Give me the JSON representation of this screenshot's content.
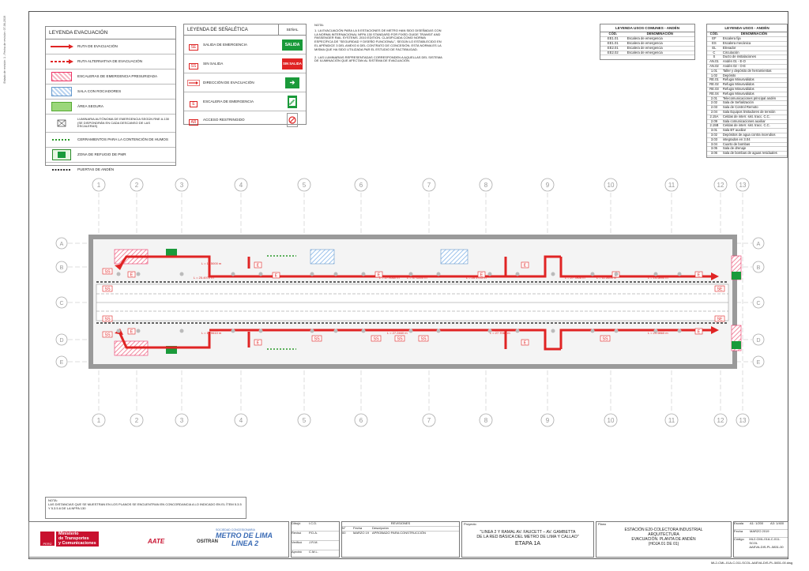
{
  "side_texts": [
    "Estado de revisión: 1 - Fecha de revisión: 07-06-2019",
    "ML2-CML-01A-C-011-SCOL-AAEVA-DIS-PL-5831-00.dwg"
  ],
  "legend_evac": {
    "title": "LEYENDA EVACUACIÓN",
    "items": [
      {
        "label": "RUTA DE EVACUACIÓN"
      },
      {
        "label": "RUTA ALTERNATIVA DE EVACUACIÓN"
      },
      {
        "label": "ESCALERAS DE EMERGENCIA PRESURIZADA"
      },
      {
        "label": "SALA CON ROCIADORES"
      },
      {
        "label": "ÁREA SEGURA"
      },
      {
        "label": "LUMINARIA AUTÓNOMA DE EMERGENCIA SEGÚN RNE A.130 (SE DISPONDRÁN EN CADA DESCANSO DE LAS ESCALERAS)"
      },
      {
        "label": "CERRAMIENTOS PARA LA CONTENCIÓN DE HUMOS"
      },
      {
        "label": "ZONA DE REFUGIO DE PMR"
      },
      {
        "label": "PUERTAS DE ANDÉN"
      }
    ]
  },
  "legend_sign": {
    "title": "LEYENDA DE SEÑALÉTICA",
    "col": "SEÑAL",
    "items": [
      {
        "code": "SE",
        "label": "SALIDA DE EMERGENCIA",
        "sign": "SALIDA",
        "color": "#1a9a3a"
      },
      {
        "code": "SS",
        "label": "SIN SALIDA",
        "sign": "SIN SALIDA",
        "color": "#e02424"
      },
      {
        "code": "→",
        "label": "DIRECCIÓN DE EVACUACIÓN",
        "sign": "➔",
        "color": "#1a9a3a"
      },
      {
        "code": "E",
        "label": "ESCALERA DE EMERGENCIA",
        "sign": "",
        "color": "#1a9a3a"
      },
      {
        "code": "AR",
        "label": "ACCESO RESTRINGIDO",
        "sign": "",
        "color": "#ffffff"
      }
    ]
  },
  "notes": {
    "title": "NOTA:",
    "n1": "1.   LA EVACUACIÓN PARA LA 5 ESTACIONES DE METRO HAN SIDO DISEÑADAS CON LA NORMA INTERNACIONAL NFPA 130 STANDARD FOR FIXED GUIDE TRANSIT AND PASSENGER RAIL SYSTEMS. 2010 EDITION. CLASIFICADA COMO NORMA ESPECÍFICA DE \"SEGURIDAD Y DISEÑO FUNCIONAL\", SEGÚN LO ESTABLECIDO EN EL APÉNDICE 3 DEL ANEXO 6 DEL CONTRATO DE CONCESIÓN. ESTA NORMA ES LA MISMA QUE HA SIDO UTILIZADA PAR EL ESTUDIO DE FACTIBILIDAD.",
    "n2": "2.   LAS LUMINARIAS REPRESENTADAS CORRESPONDEN A AQUELLAS DEL SISTEMA DE ILUMINACIÓN QUE AFECTAN AL SISTEMA DE EVACUACIÓN."
  },
  "legend_common": {
    "title": "LEYENDA USOS COMUNES - ANDÉN",
    "h1": "CÓD.",
    "h2": "DENOMINACIÓN",
    "rows": [
      [
        "EE1.01",
        "Escalera de emergencia"
      ],
      [
        "EE1.01",
        "Escalera de emergencia"
      ],
      [
        "EE2.01",
        "Escalera de emergencia"
      ],
      [
        "EE2.02",
        "Escalera de emergencia"
      ]
    ]
  },
  "legend_uses": {
    "title": "LEYENDA USOS - ANDÉN",
    "h1": "CÓD.",
    "h2": "DENOMINACIÓN",
    "rows": [
      [
        "EF",
        "Escalera fija"
      ],
      [
        "ES",
        "Escalera mecánica"
      ],
      [
        "EL",
        "Elevador"
      ],
      [
        "C",
        "Circulación"
      ],
      [
        "S",
        "Ducto de instalaciones"
      ],
      [
        "AN.01",
        "Andén 01 - E-O"
      ],
      [
        "AN.02",
        "Andén 02 - O-E"
      ],
      [
        "1.01",
        "Taller y depósito de herramientas"
      ],
      [
        "1.02",
        "Depósito"
      ],
      [
        "RE.01",
        "Refugio Minusválidos"
      ],
      [
        "RE.02",
        "Refugio Minusválidos"
      ],
      [
        "RE.03",
        "Refugio Minusválidos"
      ],
      [
        "RE.04",
        "Refugio Minusválidos"
      ],
      [
        "2.01",
        "Telecomunicaciones principal andén"
      ],
      [
        "2.02",
        "Sala de Señalización"
      ],
      [
        "2.03",
        "Sala de Control Remoto"
      ],
      [
        "2.04",
        "Sala Equipos limitadores de tensión"
      ],
      [
        "2.15A",
        "Celdas de interr. sist. tracc. C.C."
      ],
      [
        "2.09",
        "Sala comunicaciones auxiliar"
      ],
      [
        "2.15B",
        "Celdas de interr. sist. tracc. C.C."
      ],
      [
        "3.01",
        "Sala BT auxiliar"
      ],
      [
        "3.02",
        "Depósitos de agua contra incendios"
      ],
      [
        "3.03",
        "integrados en 3.04"
      ],
      [
        "3.04",
        "Cuarto de bombas"
      ],
      [
        "3.05",
        "Sala de drenaje"
      ],
      [
        "3.06",
        "Sala de bombas de aguas residuales"
      ]
    ]
  },
  "axes": [
    "1",
    "2",
    "3",
    "4",
    "5",
    "6",
    "7",
    "8",
    "9",
    "10",
    "11",
    "12",
    "13"
  ],
  "rows_axis": [
    "A",
    "B",
    "C",
    "D",
    "E"
  ],
  "plan_labels": {
    "se": "SE",
    "ss": "SS",
    "e": "E",
    "distances": [
      "L = 11.5000 m",
      "L = 25.4972 m",
      "L = 27.9560 m",
      "L = 37.6500 m",
      "L = 26.1725 m",
      "L = 27.7806 m",
      "L = 11.5400 m",
      "L = 14.5890 m",
      "L = 11.9610 m",
      "L = 27.2460 m",
      "L = 27.7060 m",
      "L = 29.9860 m"
    ]
  },
  "bottom_note": {
    "title": "NOTA:",
    "text": "LAS DISTANCIAS QUE SE MUESTRAN EN LOS PLANOS SE ENCUENTRAN EN CONCORDANCIA A LO INDICADO EN EL ÍTEM 5.3.5 Y 5.3.5.6  DE LA   NFPA 130"
  },
  "title_block": {
    "peru": "PERÚ",
    "ministry1": "Ministerio",
    "ministry2": "de Transportes",
    "ministry3": "y Comunicaciones",
    "aate": "AATE",
    "ositran": "OSITRAN",
    "soc": "SOCIEDAD CONCESIONARIA",
    "metro1": "METRO DE LIMA",
    "metro2": "LINEA 2",
    "dibujo_lbl": "Dibujó",
    "dibujo": "I.C.D.",
    "revis_lbl": "Revisó",
    "revis": "P.D.A.",
    "verif_lbl": "Verificó",
    "verif": "J.R.M.",
    "aprob_lbl": "Aprobó",
    "aprob": "C.M.L.",
    "rev_title": "REVISIONES",
    "rev_h": [
      "N°",
      "Fecha",
      "Descripción"
    ],
    "rev_row": [
      "00",
      "MARZO 19",
      "APROBADO PARA CONSTRUCCIÓN"
    ],
    "proj_lbl": "Proyecto",
    "proj1": "\"LINEA 2 Y RAMAL AV. FAUCETT – AV. GAMBETTA",
    "proj2": "DE LA RED BÁSICA DEL METRO DE LIMA Y CALLAO\"",
    "etapa": "ETAPA 1A",
    "plan_lbl": "Plano",
    "plan1": "ESTACIÓN E20-COLECTORA INDUSTRIAL",
    "plan2": "ARQUITECTURA",
    "plan3": "EVACUACIÓN. PLANTA DE ANDÉN",
    "plan4": "(HOJA 01 DE 01)",
    "escala_lbl": "Escala",
    "escala": "A1: 1/200",
    "escala2": "A3: 1/400",
    "fecha_lbl": "Fecha",
    "fecha": "MARZO 2019",
    "codigo_lbl": "Código",
    "codigo1": "ML2-CML-01A-C-011-SCOL",
    "codigo2": "AAEVA-DIS-PL-5831-00",
    "file": "ML2-CML-01A-C-011-SCOL-AAEVA-DIS-PL-5831-00.dwg"
  }
}
